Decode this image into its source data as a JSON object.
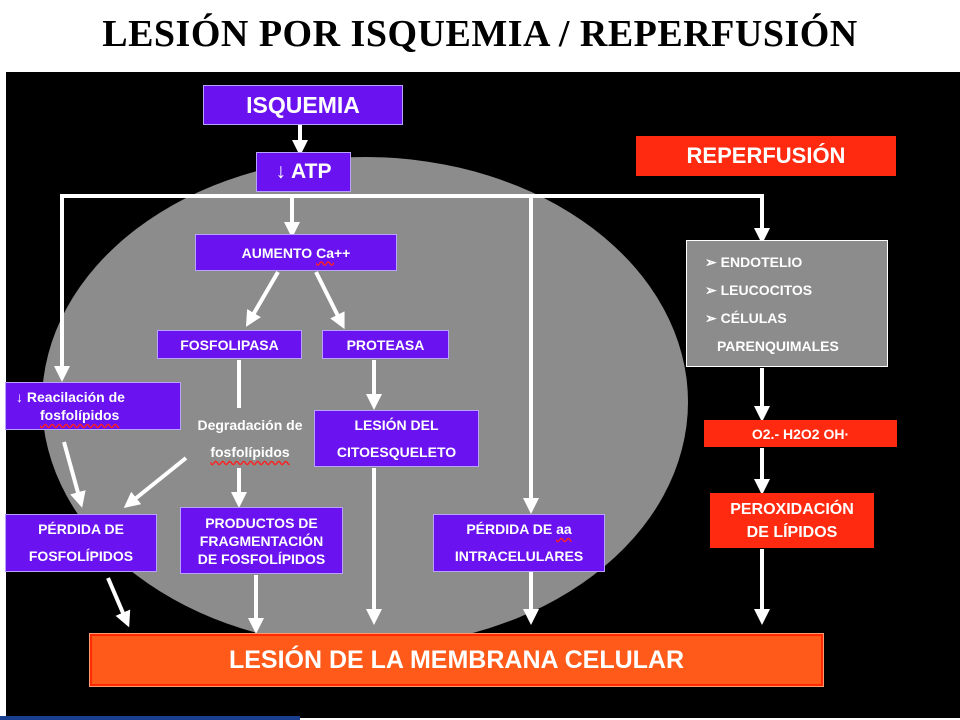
{
  "title": "LESIÓN POR ISQUEMIA / REPERFUSIÓN",
  "boxes": {
    "isquemia": "ISQUEMIA",
    "atp": "↓ ATP",
    "reperfusion": "REPERFUSIÓN",
    "aumento_ca": {
      "text": "AUMENTO ",
      "squiggle": "Ca",
      "suffix": "++"
    },
    "fosfolipasa": "FOSFOLIPASA",
    "proteasa": "PROTEASA",
    "reacilacion": {
      "line1": "↓  Reacilación de",
      "line2": "fosfolípidos"
    },
    "degradacion": {
      "line1": "Degradación de",
      "line2": "fosfolípidos"
    },
    "lesion_citoesqueleto": {
      "line1": "LESIÓN DEL",
      "line2": "CITOESQUELETO"
    },
    "perdida_fosfolipidos": {
      "line1": "PÉRDIDA DE",
      "line2": "FOSFOLÍPIDOS"
    },
    "productos": {
      "line1": "PRODUCTOS DE",
      "line2": "FRAGMENTACIÓN",
      "line3": "DE FOSFOLÍPIDOS"
    },
    "perdida_aa": {
      "line1": "PÉRDIDA DE ",
      "line1_squiggle": "aa",
      "line2": "INTRACELULARES"
    },
    "mediators": [
      "➢ ENDOTELIO",
      "➢ LEUCOCITOS",
      "➢ CÉLULAS",
      "PARENQUIMALES"
    ],
    "radicales": "O2.-   H2O2   OH·",
    "peroxidacion": {
      "line1": "PEROXIDACIÓN",
      "line2": "DE LÍPIDOS"
    },
    "membrana": "LESIÓN DE LA MEMBRANA CELULAR"
  },
  "colors": {
    "purple_box": "#6a12f0",
    "red_box": "#ff2a0f",
    "orange_bar": "#ff5a19",
    "ellipse": "#8c8c8c",
    "background": "#000000"
  }
}
